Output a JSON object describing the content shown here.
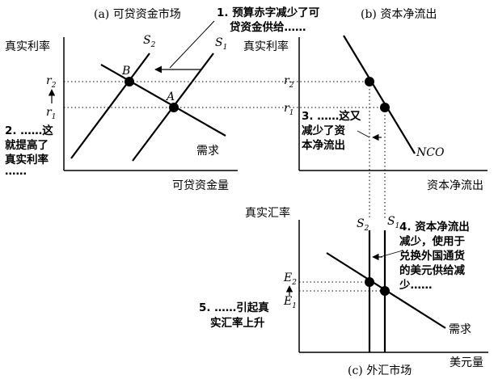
{
  "panel_a": {
    "title": "(a) 可贷资金市场",
    "y_axis_label": "真实利率",
    "x_axis_label": "可贷资金量",
    "r2_label": "r",
    "r2_sub": "2",
    "r1_label": "r",
    "r1_sub": "1",
    "s1_label": "S",
    "s1_sub": "1",
    "s2_label": "S",
    "s2_sub": "2",
    "point_b": "B",
    "point_a": "A",
    "demand_label": "需求"
  },
  "panel_b": {
    "title": "(b) 资本净流出",
    "y_axis_label": "真实利率",
    "x_axis_label": "资本净流出",
    "r2_label": "r",
    "r2_sub": "2",
    "r1_label": "r",
    "r1_sub": "1",
    "nco_label": "NCO"
  },
  "panel_c": {
    "title": "(c) 外汇市场",
    "y_axis_label": "真实汇率",
    "x_axis_label": "美元量",
    "e2_label": "E",
    "e2_sub": "2",
    "e1_label": "E",
    "e1_sub": "1",
    "s2_label": "S",
    "s2_sub": "2",
    "s1_label": "S",
    "s1_sub": "1",
    "demand_label": "需求"
  },
  "annotations": {
    "note1": [
      "1. 预算赤字减少了可",
      "贷资金供给……"
    ],
    "note2": [
      "2. ……这",
      "就提高了",
      "真实利率",
      "……"
    ],
    "note3": [
      "3. ……这又",
      "减少了资",
      "本净流出"
    ],
    "note4": [
      "4. 资本净流出",
      "减少，使用于",
      "兑换外国通货",
      "的美元供给减",
      "少……"
    ],
    "note5": [
      "5. ……引起真",
      "实汇率上升"
    ]
  }
}
